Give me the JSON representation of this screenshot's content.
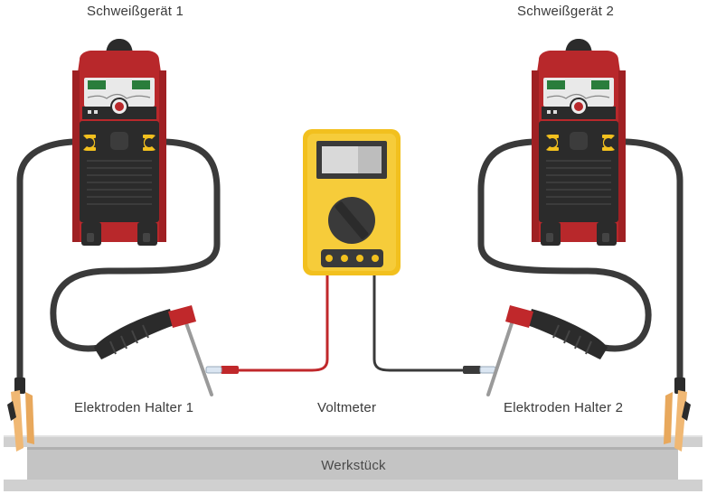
{
  "labels": {
    "welder_1": "Schweißgerät 1",
    "welder_2": "Schweißgerät 2",
    "electrode_holder_1": "Elektroden Halter 1",
    "voltmeter": "Voltmeter",
    "electrode_holder_2": "Elektroden Halter 2",
    "workpiece": "Werkstück"
  },
  "colors": {
    "welder_body": "#b8282b",
    "welder_dark": "#2b2b2b",
    "connector": "#f2c01e",
    "cable": "#3a3a3a",
    "meter_body": "#f2c01e",
    "red_lead": "#c0282b",
    "clamp": "#f0b874",
    "workpiece": "#bdbdbd"
  },
  "icons": [
    "welding-machine",
    "multimeter",
    "electrode-holder",
    "ground-clamp",
    "workpiece-beam"
  ]
}
